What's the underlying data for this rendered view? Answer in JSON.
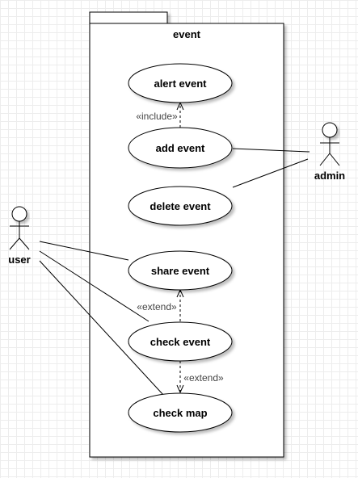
{
  "package": {
    "name": "event"
  },
  "actors": {
    "user": {
      "name": "user"
    },
    "admin": {
      "name": "admin"
    }
  },
  "use_cases": {
    "alert_event": "alert event",
    "add_event": "add event",
    "delete_event": "delete event",
    "share_event": "share event",
    "check_event": "check event",
    "check_map": "check map"
  },
  "relations": {
    "include": "«include»",
    "extend_share": "«extend»",
    "extend_map": "«extend»"
  },
  "colors": {
    "stroke": "#000000",
    "grid": "#ededed",
    "background": "#ffffff"
  }
}
